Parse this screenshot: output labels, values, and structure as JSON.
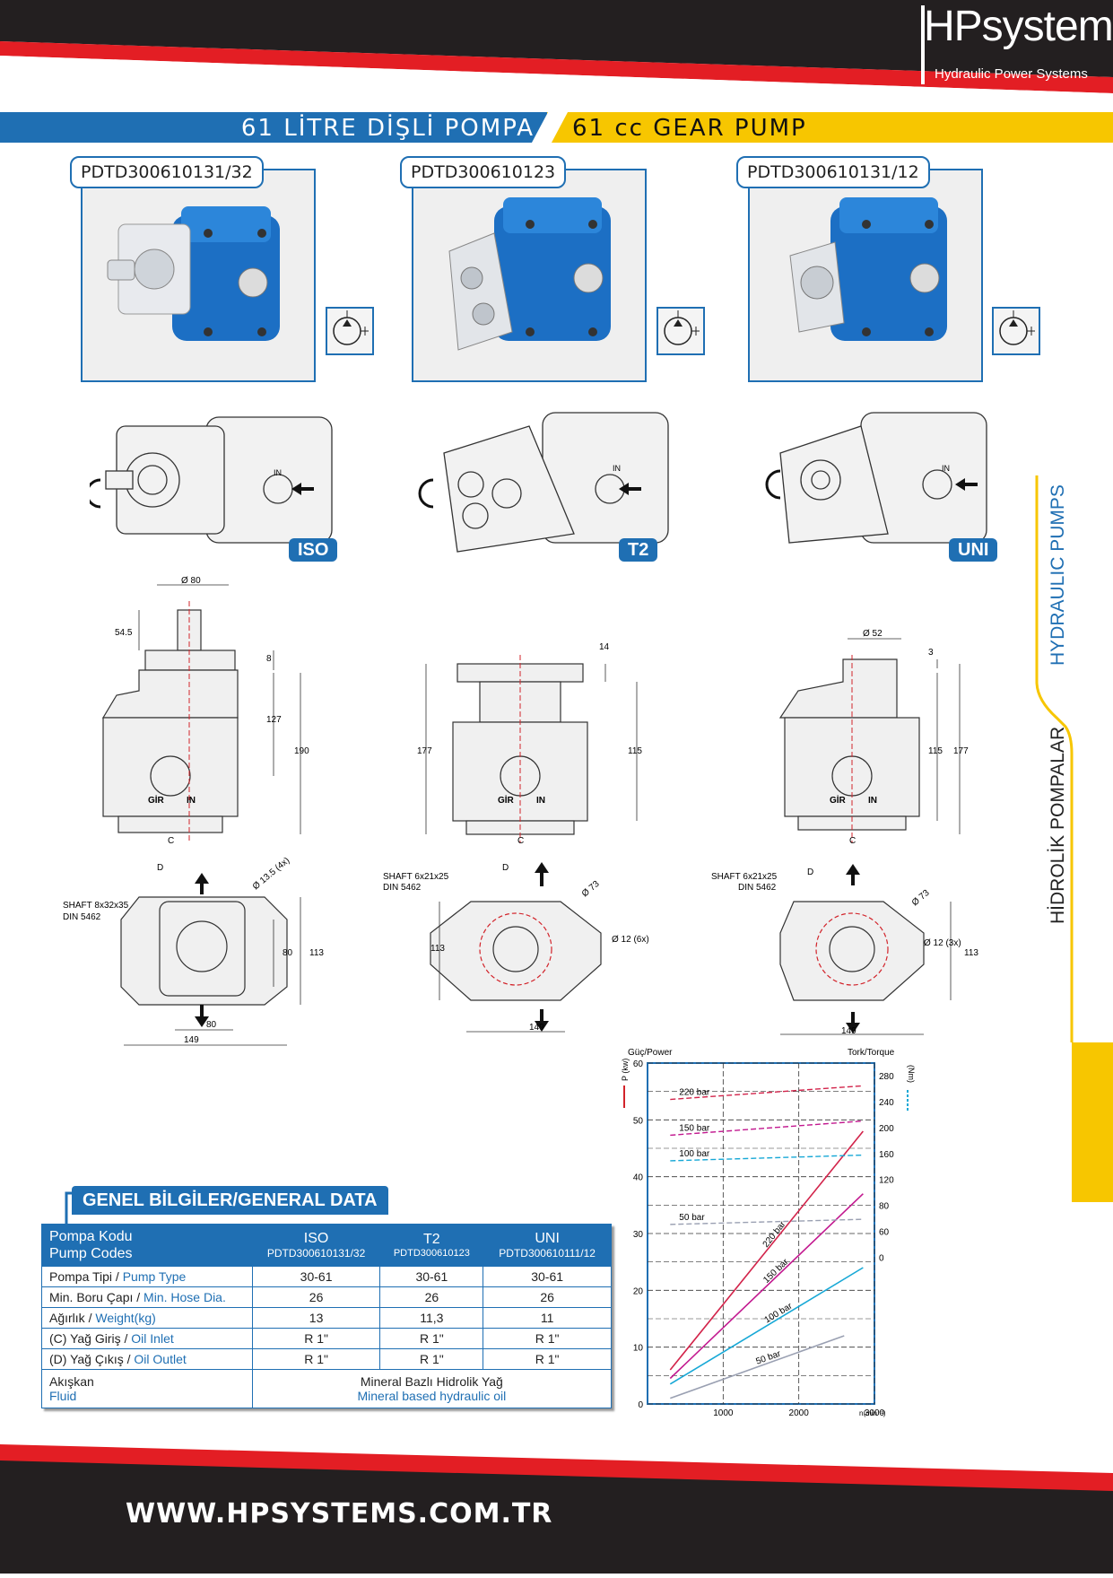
{
  "brand": {
    "logo_main": "HPsystems",
    "logo_sub": "Hydraulic Power Systems"
  },
  "title": {
    "tr": "61 LİTRE DİŞLİ POMPA",
    "en": "61 cc GEAR PUMP"
  },
  "products": [
    {
      "code": "PDTD300610131/32",
      "badge": "ISO"
    },
    {
      "code": "PDTD300610123",
      "badge": "T2"
    },
    {
      "code": "PDTD300610131/12",
      "badge": "UNI"
    }
  ],
  "drawing_labels": {
    "in": "IN",
    "gir": "GİR",
    "c": "C",
    "d": "D",
    "iso": {
      "dia80": "Ø 80",
      "d54_5": "54.5",
      "d8": "8",
      "d127": "127",
      "d190": "190",
      "bolt": "Ø 13.5 (4x)",
      "shaft": "SHAFT 8x32x35",
      "din": "DIN 5462",
      "d80v": "80",
      "d113": "113",
      "d80h": "80",
      "d149": "149"
    },
    "t2": {
      "d14": "14",
      "d177": "177",
      "d115": "115",
      "shaft": "SHAFT 6x21x25",
      "din": "DIN 5462",
      "dia73": "Ø 73",
      "bolt": "Ø 12 (6x)",
      "d113": "113",
      "d149": "149"
    },
    "uni": {
      "dia52": "Ø 52",
      "d3": "3",
      "d115": "115",
      "d177": "177",
      "shaft": "SHAFT 6x21x25",
      "din": "DIN 5462",
      "dia73": "Ø 73",
      "bolt": "Ø 12 (3x)",
      "d113": "113",
      "d149": "149"
    }
  },
  "side_tab": {
    "en": "HYDRAULIC PUMPS",
    "tr": "HİDROLİK POMPALAR"
  },
  "general_data": {
    "title": "GENEL BİLGİLER/GENERAL DATA",
    "header": {
      "label_tr": "Pompa Kodu",
      "label_en": "Pump Codes",
      "cols": [
        {
          "name": "ISO",
          "code": "PDTD300610131/32"
        },
        {
          "name": "T2",
          "code": "PDTD300610123"
        },
        {
          "name": "UNI",
          "code": "PDTD300610111/12"
        }
      ]
    },
    "rows": [
      {
        "tr": "Pompa Tipi / ",
        "en": "Pump Type",
        "values": [
          "30-61",
          "30-61",
          "30-61"
        ]
      },
      {
        "tr": "Min.  Boru Çapı / ",
        "en": "Min. Hose Dia.",
        "values": [
          "26",
          "26",
          "26"
        ]
      },
      {
        "tr": "Ağırlık / ",
        "en": "Weight(kg)",
        "values": [
          "13",
          "11,3",
          "11"
        ]
      },
      {
        "tr": "(C) Yağ Giriş / ",
        "en": "Oil Inlet",
        "values": [
          "R 1\"",
          "R 1\"",
          "R 1\""
        ]
      },
      {
        "tr": "(D) Yağ Çıkış / ",
        "en": "Oil Outlet",
        "values": [
          "R 1\"",
          "R 1\"",
          "R 1\""
        ]
      }
    ],
    "fluid": {
      "tr": "Akışkan",
      "en": "Fluid",
      "value_tr": "Mineral Bazlı Hidrolik Yağ",
      "value_en": "Mineral based hydraulic oil"
    }
  },
  "chart_data": {
    "type": "line",
    "title_left": "Güç/Power",
    "title_right": "Tork/Torque",
    "ylabel": "P (kw)",
    "y2label": "(Nm)",
    "xlabel": "n(min⁻¹)",
    "xlim": [
      0,
      3000
    ],
    "x_ticks": [
      1000,
      2000,
      3000
    ],
    "ylim": [
      0,
      60
    ],
    "y_ticks": [
      0,
      10,
      20,
      30,
      40,
      50,
      60
    ],
    "y2_ticks": [
      0,
      60,
      80,
      120,
      160,
      200,
      240,
      280
    ],
    "grid": true,
    "colors": {
      "220": "#d2234a",
      "150": "#c2188f",
      "100": "#17a8d6",
      "50": "#9aa0b2"
    },
    "power_series": [
      {
        "name": "220 bar",
        "x": [
          300,
          2850
        ],
        "y": [
          6,
          48
        ]
      },
      {
        "name": "150 bar",
        "x": [
          300,
          2850
        ],
        "y": [
          4.5,
          37
        ]
      },
      {
        "name": "100 bar",
        "x": [
          300,
          2850
        ],
        "y": [
          3.5,
          24
        ]
      },
      {
        "name": "50 bar",
        "x": [
          300,
          2600
        ],
        "y": [
          1,
          12
        ]
      }
    ],
    "torque_series": [
      {
        "name": "220 bar",
        "x": [
          300,
          2850
        ],
        "y": [
          53.6,
          56
        ]
      },
      {
        "name": "150 bar",
        "x": [
          300,
          2850
        ],
        "y": [
          47.3,
          49.8
        ]
      },
      {
        "name": "100 bar",
        "x": [
          300,
          2850
        ],
        "y": [
          42.8,
          43.8
        ]
      },
      {
        "name": "50 bar",
        "x": [
          300,
          2850
        ],
        "y": [
          31.6,
          32.5
        ]
      }
    ]
  },
  "footer": {
    "url": "WWW.HPSYSTEMS.COM.TR"
  }
}
